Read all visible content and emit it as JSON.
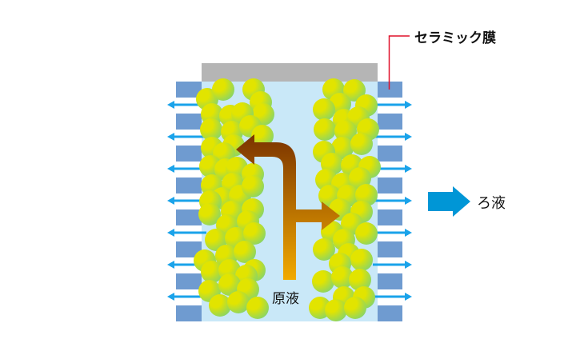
{
  "labels": {
    "membrane": "セラミック膜",
    "filtrate": "ろ液",
    "feed": "原液"
  },
  "colors": {
    "channel": "#c9e8f8",
    "membrane_block": "#6f9bd0",
    "cap": "#b5b5b5",
    "flow_arrow": "#1aa3ea",
    "filtrate_arrow": "#0096d6",
    "leader_line": "#e0102a",
    "particle_inner": "#e4e400",
    "particle_outer": "#7fd06a",
    "feed_arrow_top": "#7a3300",
    "feed_arrow_bottom": "#f0a800"
  }
}
